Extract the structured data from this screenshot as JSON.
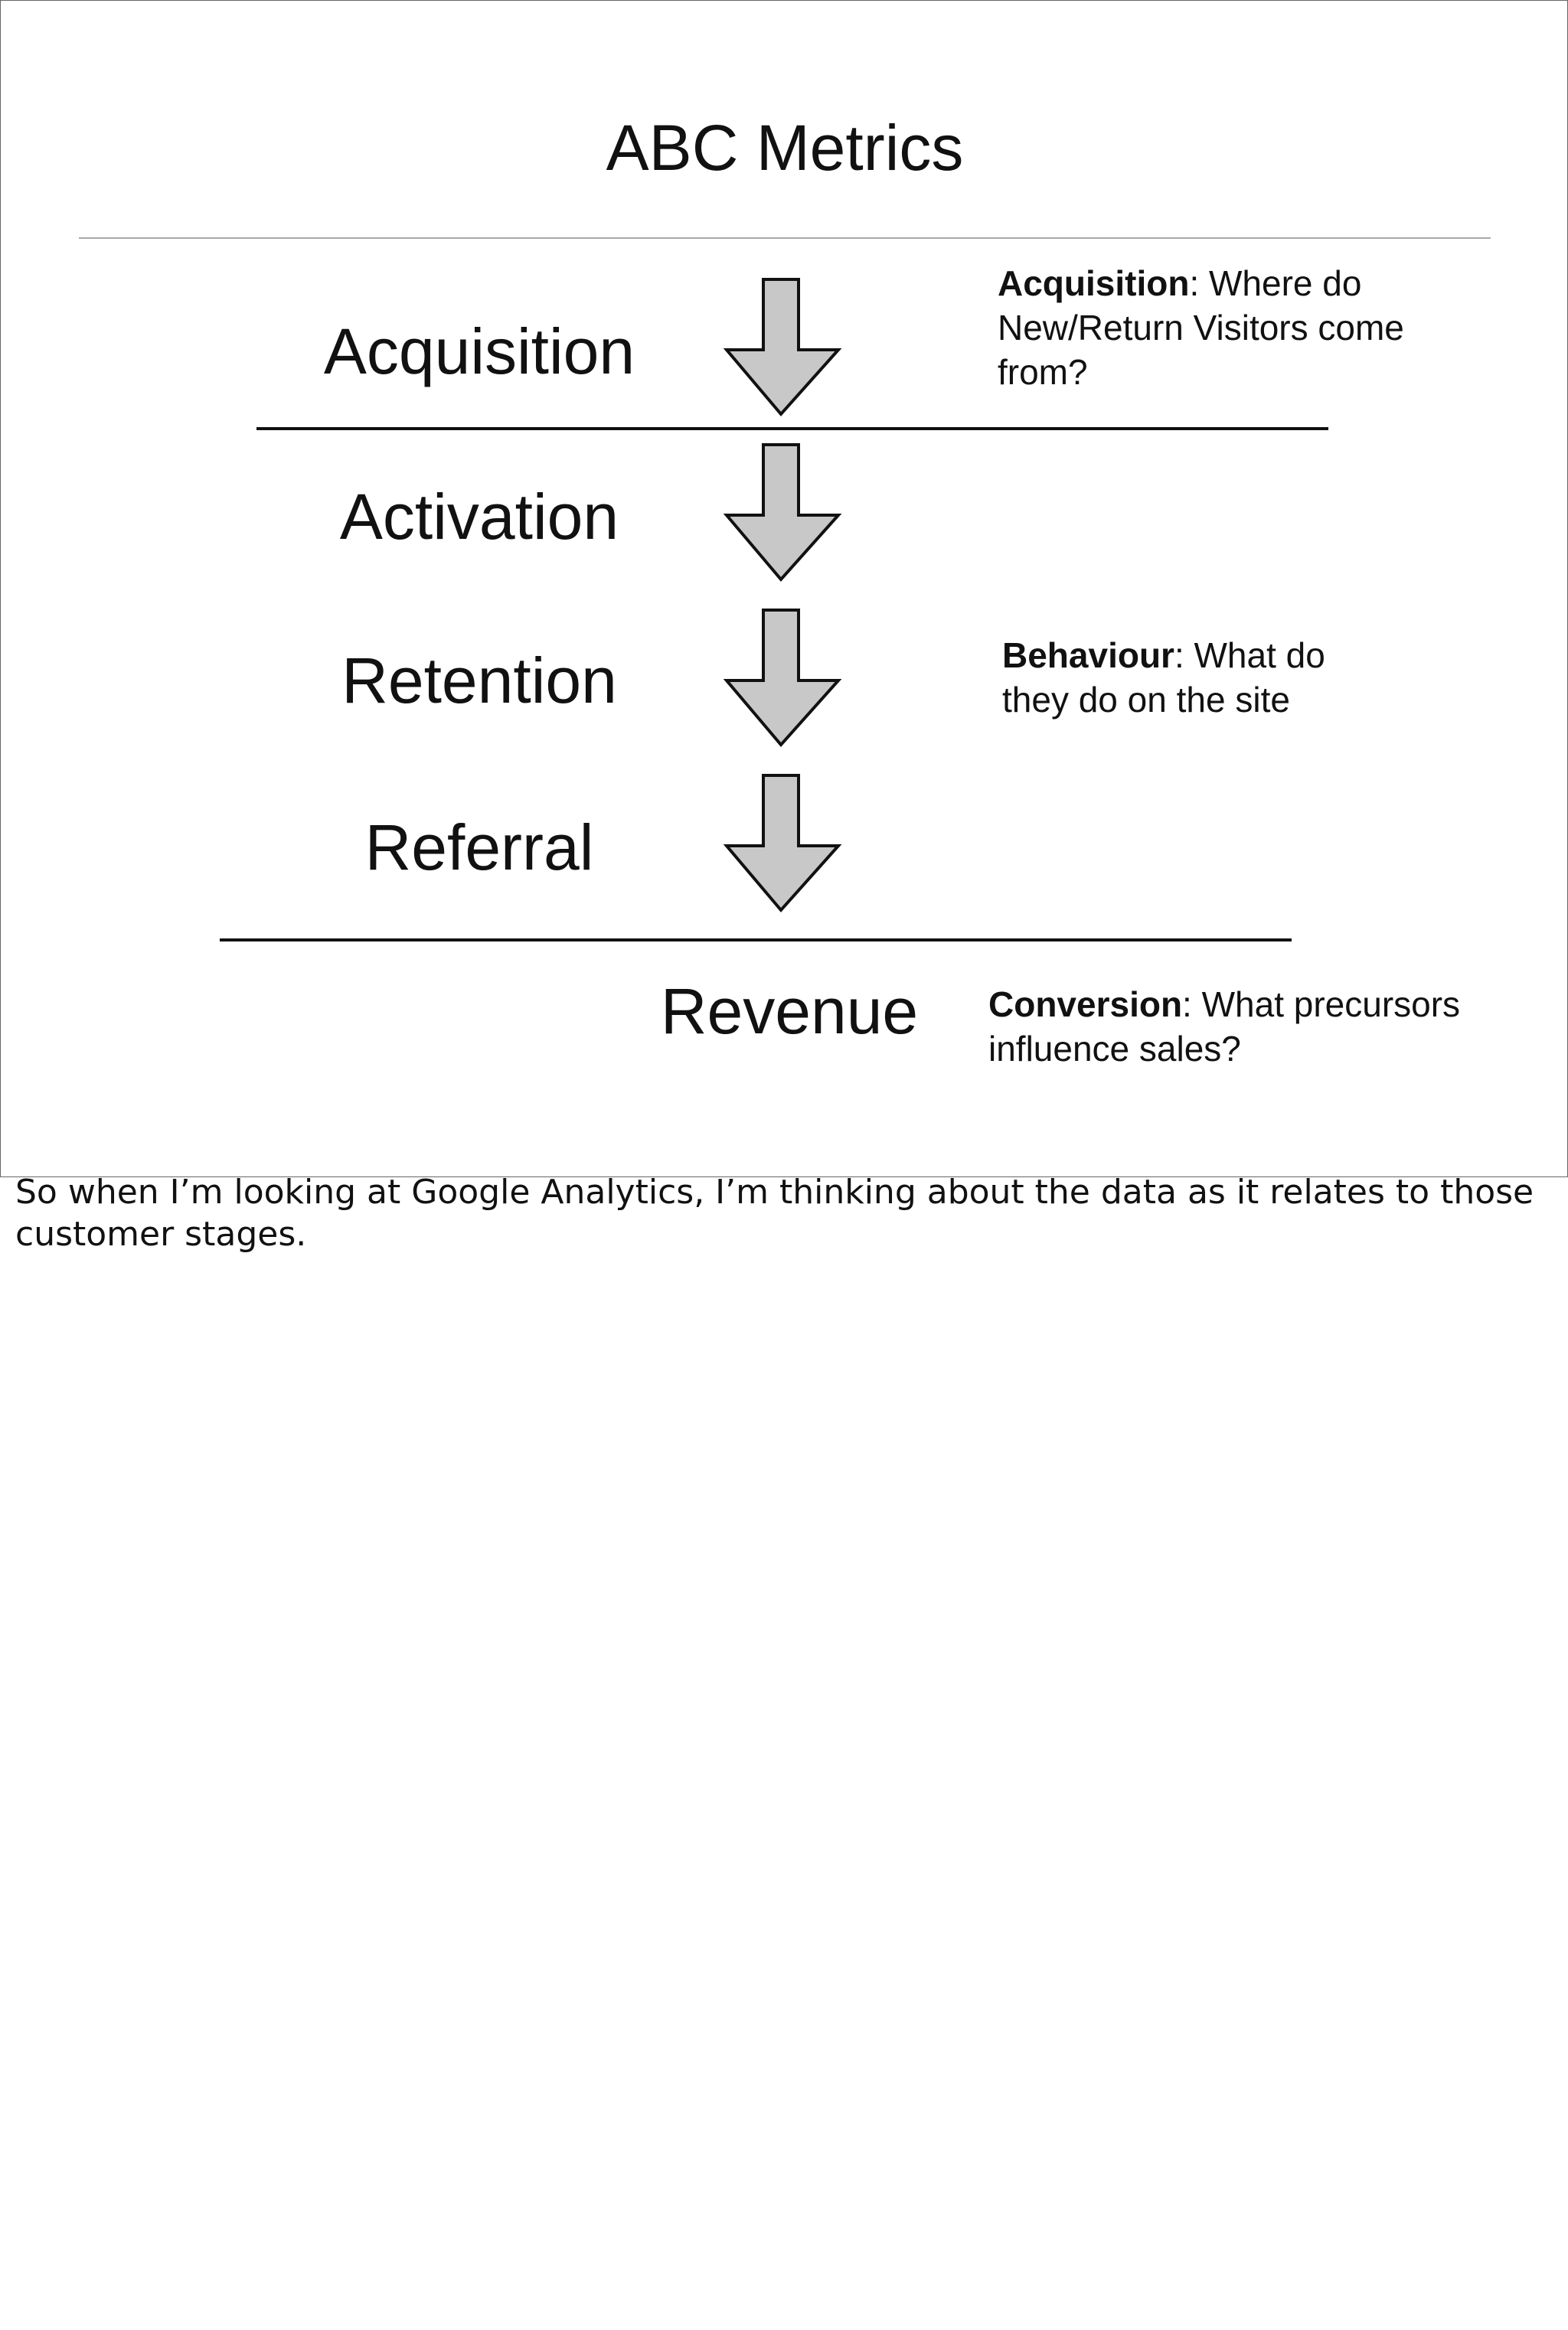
{
  "slide": {
    "title": "ABC Metrics",
    "stages": [
      {
        "label": "Acquisition"
      },
      {
        "label": "Activation"
      },
      {
        "label": "Retention"
      },
      {
        "label": "Referral"
      }
    ],
    "final_stage": "Revenue",
    "arrow_fill_color": "#c8c8c8",
    "notes": {
      "acquisition": {
        "term": "Acquisition",
        "text": ": Where do New/Return Visitors come from?"
      },
      "behaviour": {
        "term": "Behaviour",
        "text": ": What do they do on the site"
      },
      "conversion": {
        "term": "Conversion",
        "text": ": What precursors influence sales?"
      }
    }
  },
  "caption": "So when I’m looking at Google Analytics, I’m thinking about the data as it relates to those customer stages."
}
